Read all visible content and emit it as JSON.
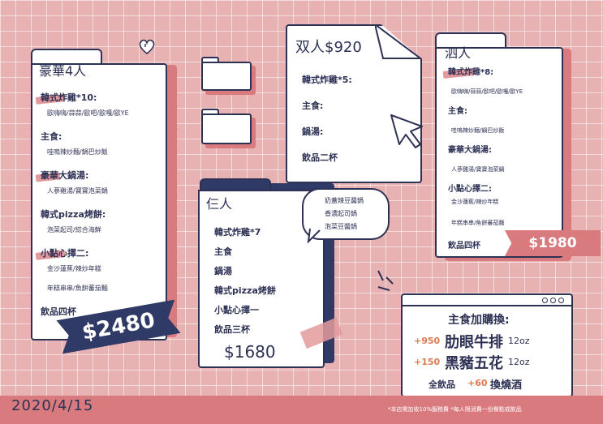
{
  "colors": {
    "background": "#e8b2b2",
    "navy": "#2f3a67",
    "rose": "#d97b7e",
    "highlight": "#e49a9c",
    "orange": "#e07a4f"
  },
  "card_four": {
    "title": "豪華4人",
    "items": [
      {
        "label": "韓式炸雞*10:",
        "note": "歐嗨嗨/蒜蒜/歐吧/歐嘎/歐YE"
      },
      {
        "label": "主食:",
        "note": "哇嗚辣炒麵/鍋巴炒飯"
      },
      {
        "label": "豪華大鍋湯:",
        "note": "人蔘雞湯/寶寶泡菜鍋"
      },
      {
        "label": "韓式pizza烤餅:",
        "note": "泡菜起司/綜合海鮮"
      },
      {
        "label": "小點心擇二:",
        "note": "金沙蓮蕉/辣炒年糕"
      },
      {
        "label": "",
        "note": "年糕串串/魚餅蕃茄麵"
      },
      {
        "label": "飲品四杯",
        "note": ""
      }
    ],
    "price": "$2480"
  },
  "card_two": {
    "title": "双人$920",
    "items": [
      "韓式炸雞*5:",
      "主食:",
      "鍋湯:",
      "飲品二杯"
    ]
  },
  "card_three": {
    "title": "仨人",
    "items": [
      "韓式炸雞*7",
      "主食",
      "鍋湯",
      "韓式pizza烤餅",
      "小點心擇一",
      "飲品三杯"
    ],
    "price": "$1680"
  },
  "speech_bubble": {
    "lines": [
      "奶蓋辣豆醬鍋",
      "香濃起司鍋",
      "泡菜豆醬鍋"
    ]
  },
  "card_four_b": {
    "title": "泗人",
    "items": [
      {
        "label": "韓式炸雞*8:",
        "note": "歐嗨嗨/蒜蒜/歐吧/歐嘎/歐YE"
      },
      {
        "label": "主食:",
        "note": "哇嗚辣炒麵/鍋巴炒飯"
      },
      {
        "label": "豪華大鍋湯:",
        "note": "人蔘雞湯/寶寶泡菜鍋"
      },
      {
        "label": "小點心擇二:",
        "note": "金沙蓮蕉/辣炒年糕"
      },
      {
        "label": "",
        "note": "年糕串串/魚餅蕃茄麵"
      },
      {
        "label": "飲品四杯",
        "note": ""
      }
    ],
    "price": "$1980"
  },
  "addon": {
    "title": "主食加購換:",
    "rows": [
      {
        "plus": "+950",
        "name": "肋眼牛排",
        "size": "12oz"
      },
      {
        "plus": "+150",
        "name": "黑豬五花",
        "size": "12oz"
      },
      {
        "prefix": "全飲品",
        "plus": "+60",
        "name": "換燒酒",
        "size": ""
      }
    ]
  },
  "footer": {
    "date": "2020/4/15",
    "note": "*本店需加收10%服務費  *每人限消費一份餐點或飲品"
  }
}
